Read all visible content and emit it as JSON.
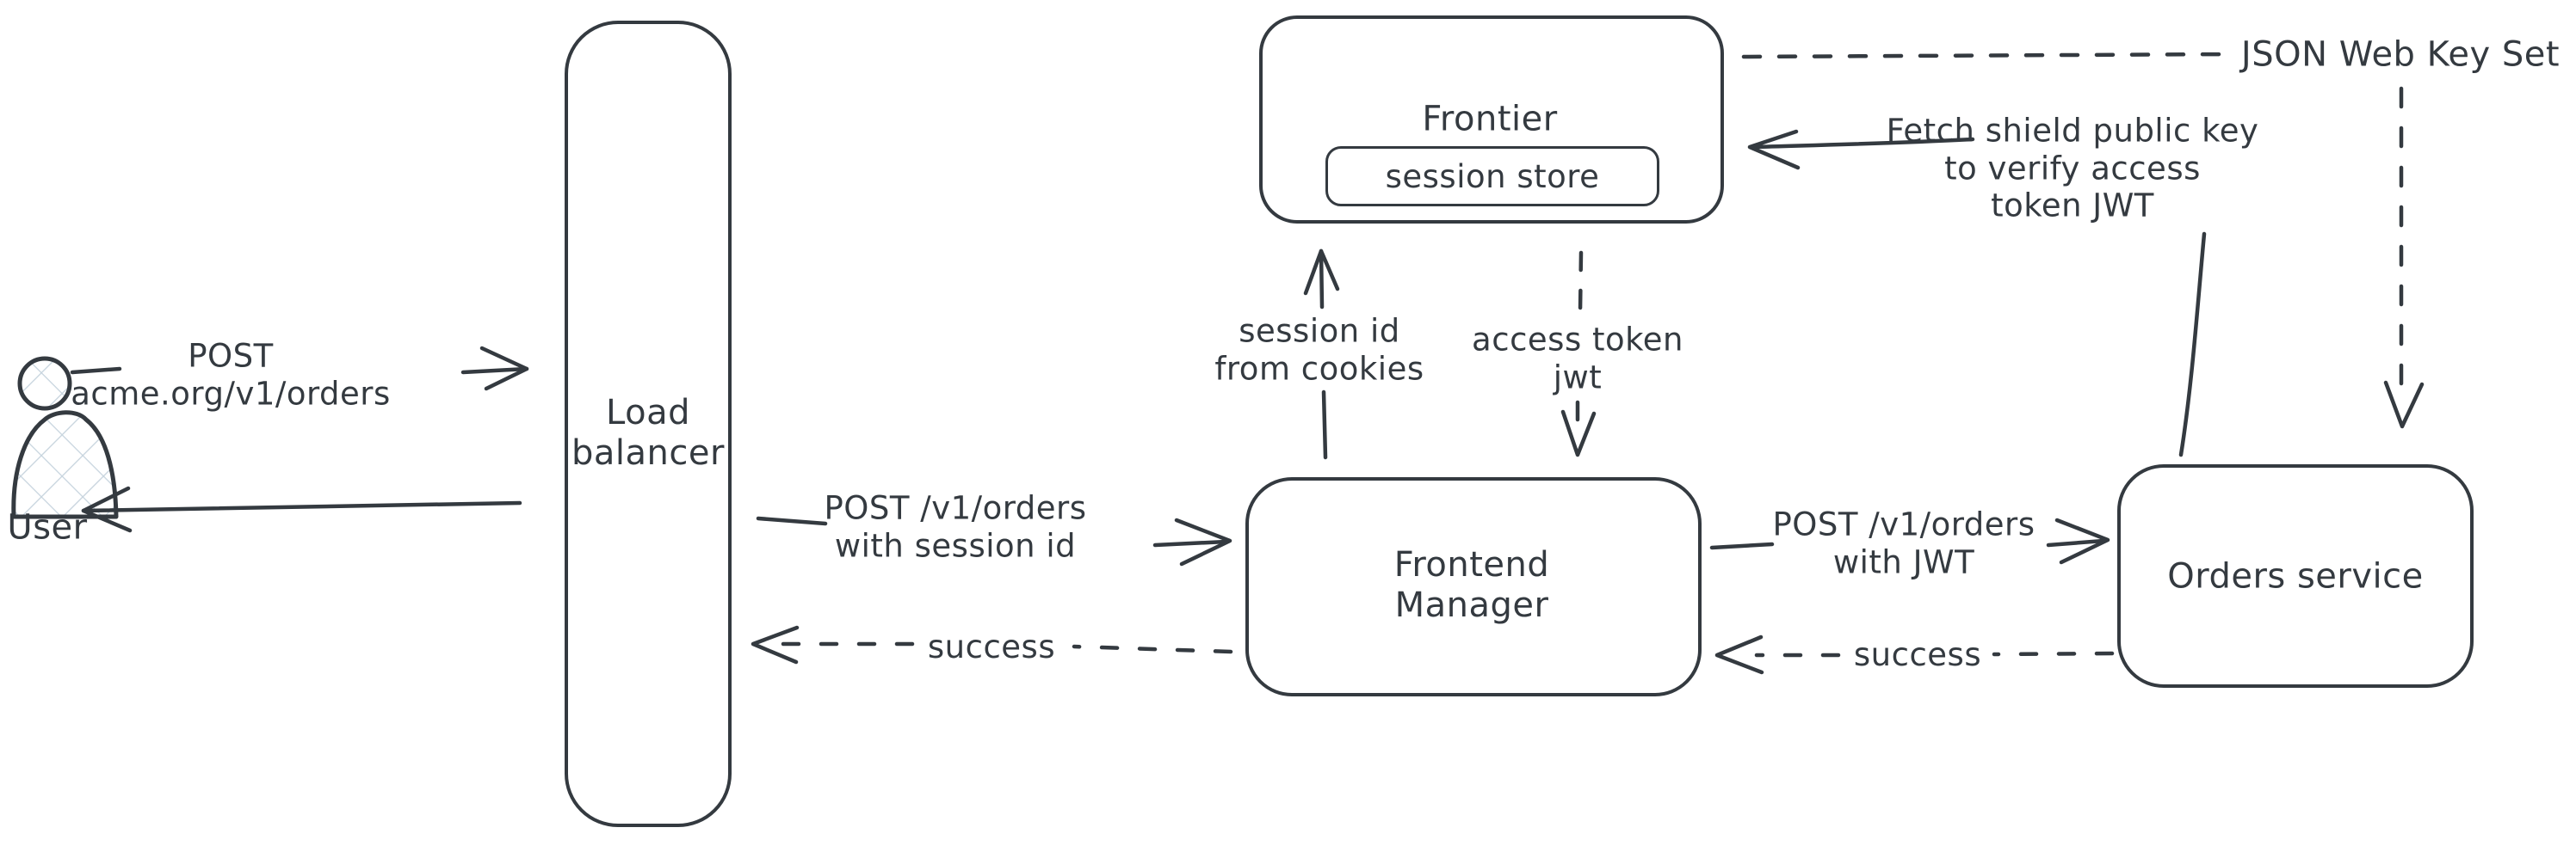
{
  "colors": {
    "stroke": "#343a40",
    "background": "#ffffff",
    "user_fill": "#c6d3dd"
  },
  "nodes": {
    "user": {
      "label": "User"
    },
    "load_balancer": {
      "line1": "Load",
      "line2": "balancer"
    },
    "frontier": {
      "label": "Frontier"
    },
    "session_store": {
      "label": "session store"
    },
    "frontend_manager": {
      "line1": "Frontend",
      "line2": "Manager"
    },
    "orders_service": {
      "label": "Orders service"
    }
  },
  "edges": {
    "user_to_lb": {
      "line1": "POST",
      "line2": "acme.org/v1/orders"
    },
    "lb_to_fm": {
      "line1": "POST /v1/orders",
      "line2": "with session id"
    },
    "fm_to_lb_success": {
      "label": "success"
    },
    "fm_to_orders": {
      "line1": "POST /v1/orders",
      "line2": "with JWT"
    },
    "orders_to_fm_success": {
      "label": "success"
    },
    "fm_to_frontier": {
      "line1": "session id",
      "line2": "from cookies"
    },
    "frontier_to_fm": {
      "line1": "access token",
      "line2": "jwt"
    },
    "orders_to_frontier": {
      "line1": "Fetch shield public key",
      "line2": "to verify access",
      "line3": "token JWT"
    },
    "frontier_jwks": {
      "label": "JSON Web Key Set"
    }
  }
}
